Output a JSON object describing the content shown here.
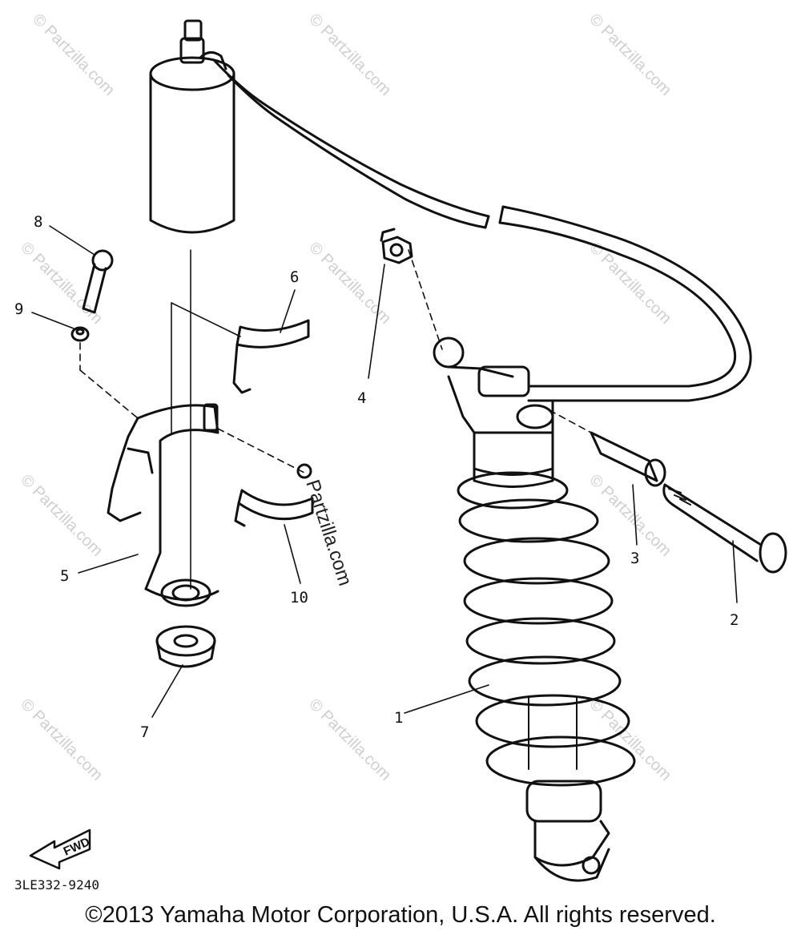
{
  "diagram": {
    "callouts": {
      "c1": "1",
      "c2": "2",
      "c3": "3",
      "c4": "4",
      "c5": "5",
      "c6": "6",
      "c7": "7",
      "c8": "8",
      "c9": "9",
      "c10": "10"
    },
    "direction_label": "FWD",
    "drawing_code": "3LE332-9240",
    "watermark_text": "© Partzilla.com",
    "center_watermark": "Partzilla.com"
  },
  "footer": {
    "copyright": "©2013 Yamaha Motor Corporation, U.S.A. All rights reserved."
  }
}
